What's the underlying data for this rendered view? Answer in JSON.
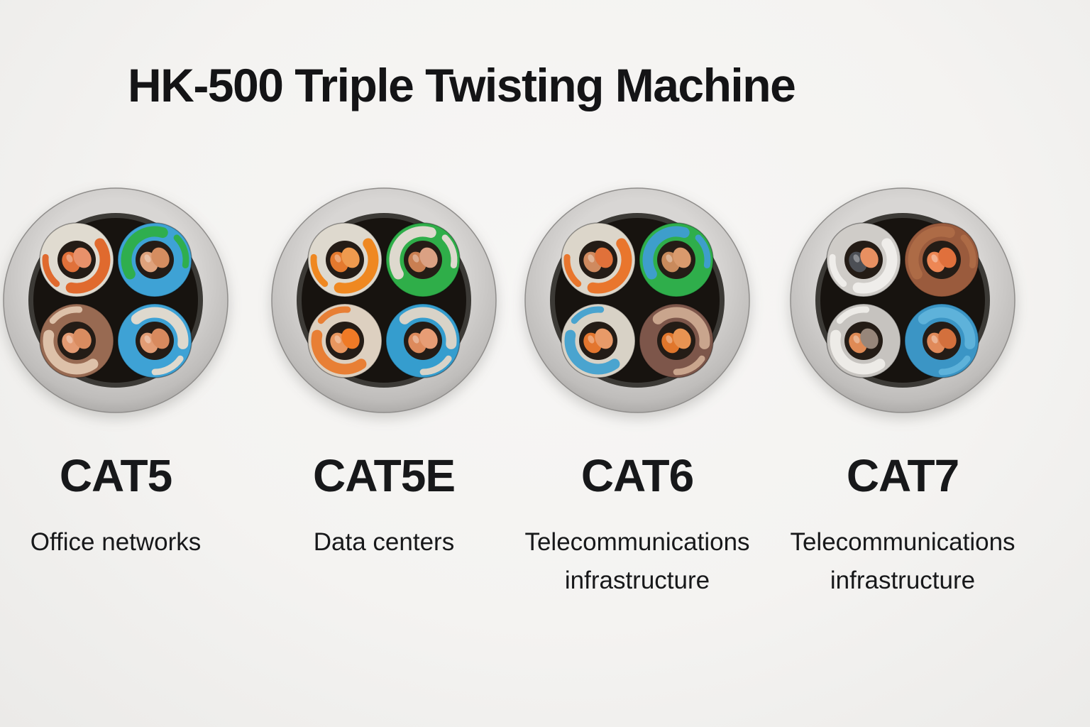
{
  "page": {
    "title": "HK-500 Triple Twisting Machine",
    "background": "#f4f3f1",
    "title_color": "#141416",
    "text_color": "#17181a"
  },
  "cables": [
    {
      "name": "CAT5",
      "description": "Office networks",
      "jacket_color": "#c9c7c5",
      "interior_color": "#17130f",
      "pairs": [
        {
          "position": "top-left",
          "ring": "#e0dbd0",
          "accent": "#e06a2e",
          "cores": [
            "#e0713a",
            "#e8916a"
          ]
        },
        {
          "position": "top-right",
          "ring": "#3ea2d5",
          "accent": "#2fae4e",
          "cores": [
            "#dfa27c",
            "#d58d60"
          ]
        },
        {
          "position": "bottom-left",
          "ring": "#986a52",
          "accent": "#ddc1a9",
          "cores": [
            "#e39a72",
            "#d98c60"
          ]
        },
        {
          "position": "bottom-right",
          "ring": "#3ea2d5",
          "accent": "#ded9ce",
          "cores": [
            "#e29c74",
            "#d88a5e"
          ]
        }
      ]
    },
    {
      "name": "CAT5E",
      "description": "Data centers",
      "jacket_color": "#c9c7c5",
      "interior_color": "#17130f",
      "pairs": [
        {
          "position": "top-left",
          "ring": "#ded9ce",
          "accent": "#ef8821",
          "cores": [
            "#e4792e",
            "#ef9a4e"
          ]
        },
        {
          "position": "top-right",
          "ring": "#2fae49",
          "accent": "#ded9ce",
          "cores": [
            "#c97f52",
            "#dba183"
          ]
        },
        {
          "position": "bottom-left",
          "ring": "#ddd0c0",
          "accent": "#e87f35",
          "cores": [
            "#e8965f",
            "#ef7a26"
          ]
        },
        {
          "position": "bottom-right",
          "ring": "#359dce",
          "accent": "#d8d3c8",
          "cores": [
            "#dd8a5c",
            "#e79d75"
          ]
        }
      ]
    },
    {
      "name": "CAT6",
      "description": "Telecommunications infrastructure",
      "jacket_color": "#c9c7c5",
      "interior_color": "#17130f",
      "pairs": [
        {
          "position": "top-left",
          "ring": "#dcd6ca",
          "accent": "#e9762d",
          "cores": [
            "#cf8a5f",
            "#e0713a"
          ]
        },
        {
          "position": "top-right",
          "ring": "#2fae4b",
          "accent": "#3e9ecb",
          "cores": [
            "#c98a5c",
            "#d99a6d"
          ]
        },
        {
          "position": "bottom-left",
          "ring": "#d8d2c6",
          "accent": "#4aa4cf",
          "cores": [
            "#e3762f",
            "#e89a68"
          ]
        },
        {
          "position": "bottom-right",
          "ring": "#7d564a",
          "accent": "#c9a58d",
          "cores": [
            "#e0762c",
            "#e89352"
          ]
        }
      ]
    },
    {
      "name": "CAT7",
      "description": "Telecommunications infrastructure",
      "jacket_color": "#c9c7c5",
      "interior_color": "#17130f",
      "pairs": [
        {
          "position": "top-left",
          "ring": "#cfccc8",
          "accent": "#efedea",
          "cores": [
            "#4c4f55",
            "#e89061"
          ]
        },
        {
          "position": "top-right",
          "ring": "#9a5b3d",
          "accent": "#ad6b46",
          "cores": [
            "#ed8755",
            "#e0703c"
          ]
        },
        {
          "position": "bottom-left",
          "ring": "#c6c3bf",
          "accent": "#edebe7",
          "cores": [
            "#df8a55",
            "#97867a"
          ]
        },
        {
          "position": "bottom-right",
          "ring": "#3b95c5",
          "accent": "#5eb2da",
          "cores": [
            "#e08a5a",
            "#d3703d"
          ]
        }
      ]
    }
  ]
}
